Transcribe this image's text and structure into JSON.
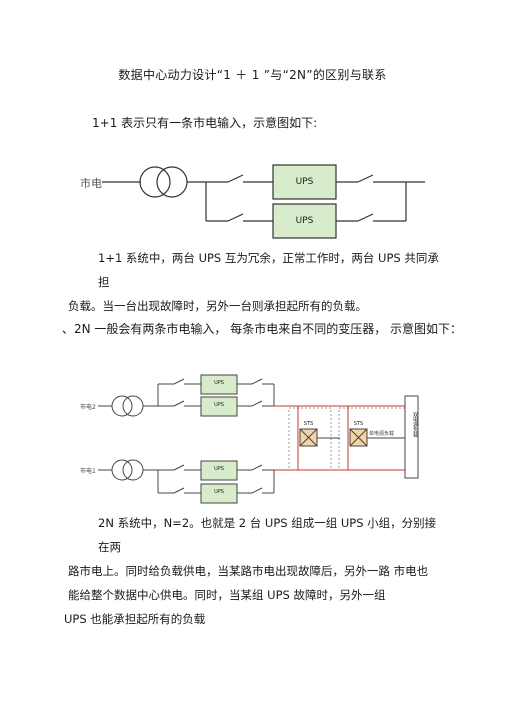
{
  "document": {
    "title": "数据中心动力设计“1 ＋ 1 ”与“2N”的区别与联系",
    "section1_heading": "1+1 表示只有一条市电输入，示意图如下:",
    "diagram1": {
      "utility_label": "市电",
      "ups_top_label": "UPS",
      "ups_bottom_label": "UPS"
    },
    "para1": [
      "1+1 系统中，两台 UPS 互为冗余，正常工作时，两台 UPS 共同承  担",
      "负载。当一台出现故障时，另外一台则承担起所有的负载。"
    ],
    "section2_heading": "、2N 一般会有两条市电输入，  每条市电来自不同的变压器，  示意图如下：",
    "diagram2": {
      "utility2_label": "市电2",
      "utility1_label": "市电1",
      "ups_labels": [
        "UPS",
        "UPS",
        "UPS",
        "UPS"
      ],
      "sts1_label": "STS",
      "sts2_label": "STS",
      "sts2_sub_label": "单电源负载",
      "load_label": "双电源负载"
    },
    "para2": [
      "2N 系统中，N=2。也就是 2 台 UPS 组成一组 UPS 小组，分别接  在两",
      "路市电上。同时给负载供电，当某路市电出现故障后，另外一路  市电也",
      "能给整个数据中心供电。同时，当某组 UPS 故障时，另外一组",
      "UPS 也能承担起所有的负载"
    ]
  }
}
